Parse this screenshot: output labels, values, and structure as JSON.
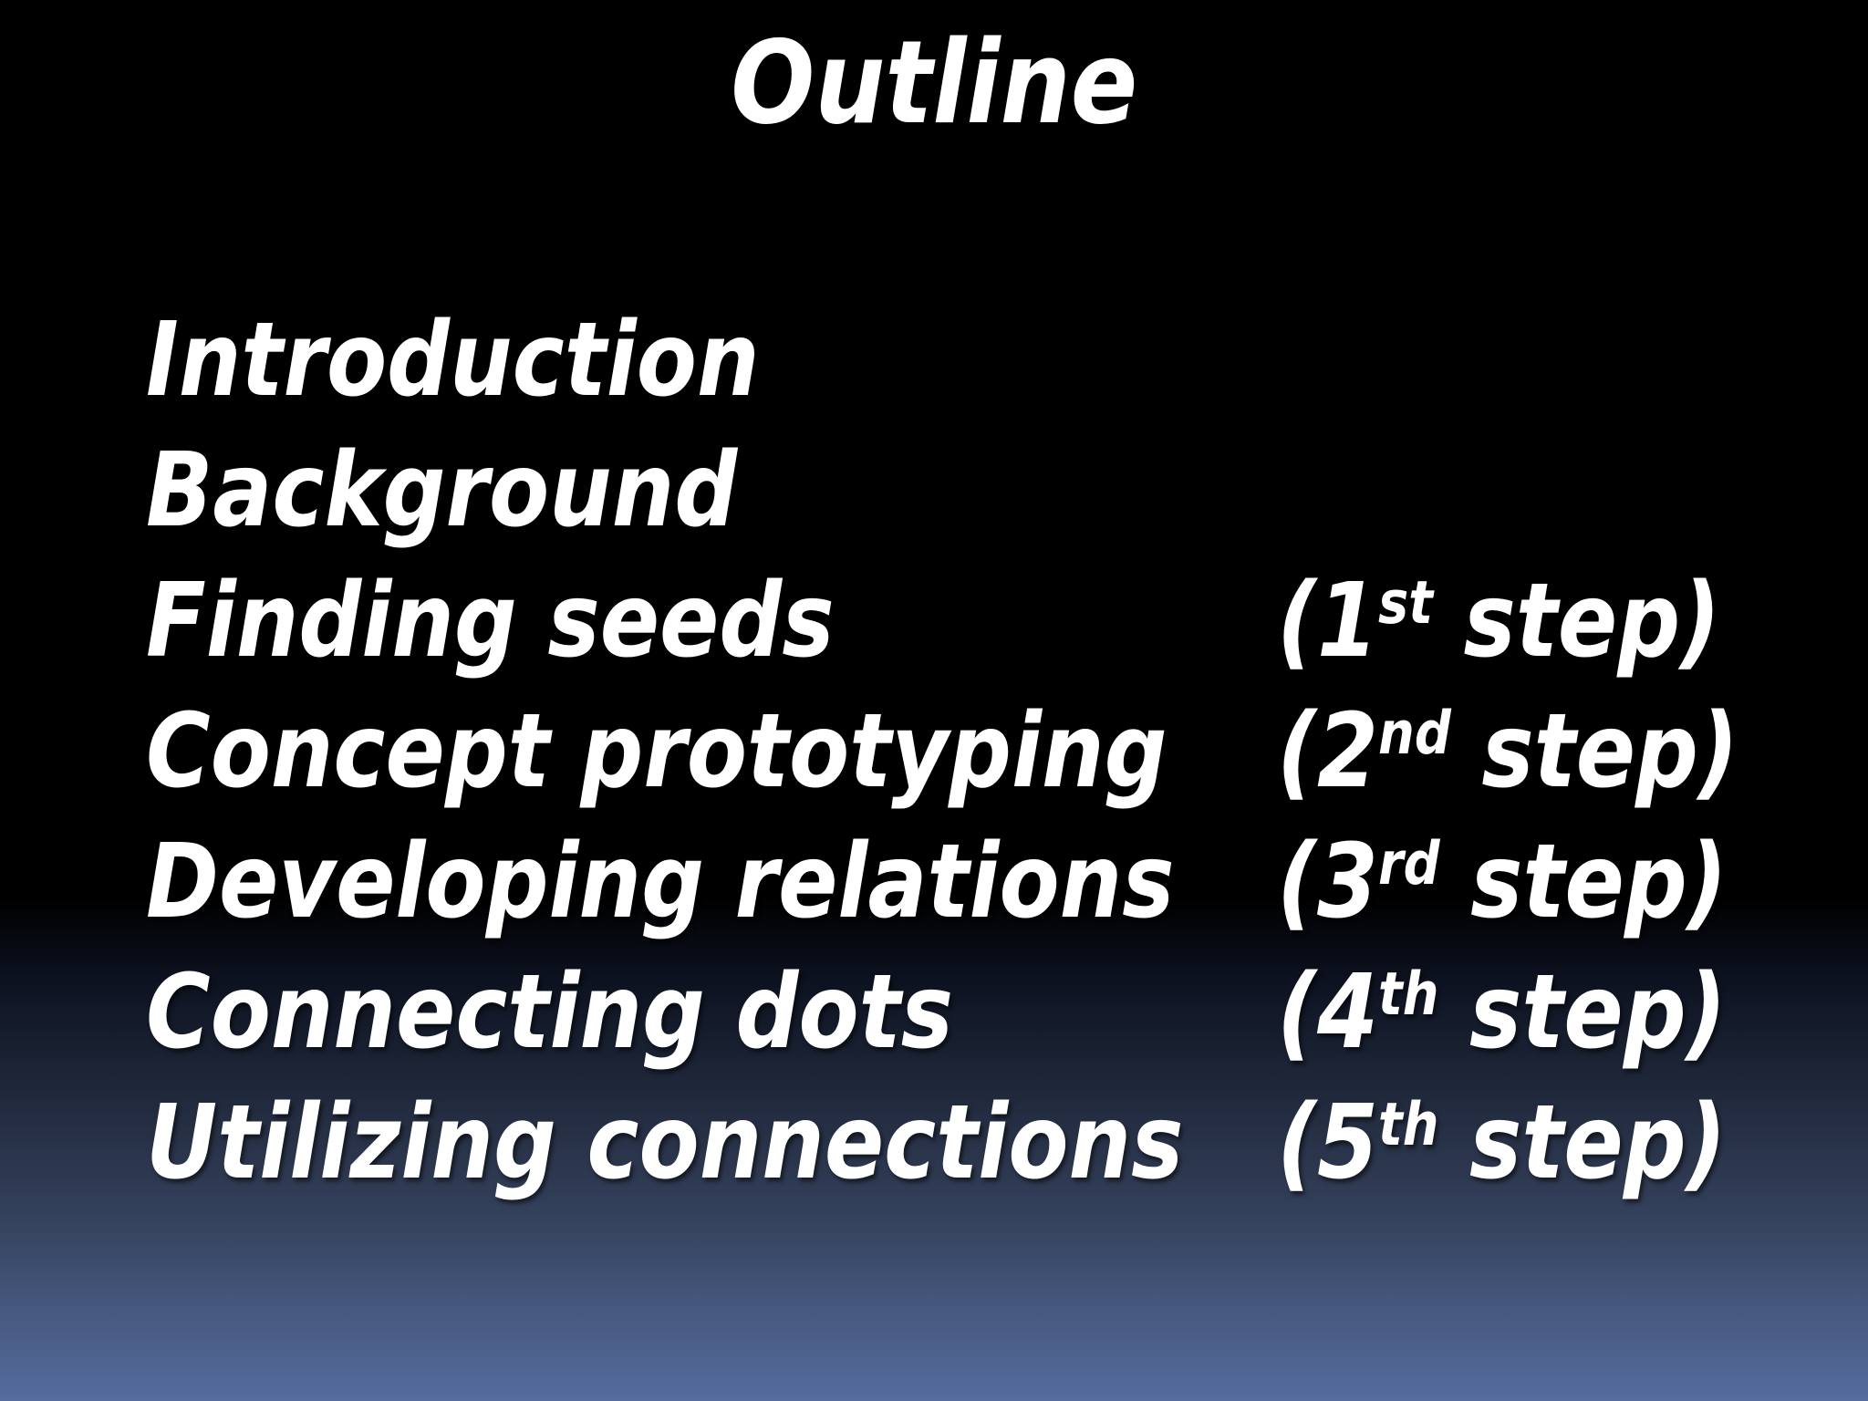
{
  "slide": {
    "title": "Outline",
    "items": [
      {
        "label": "Introduction"
      },
      {
        "label": "Background"
      },
      {
        "label": "Finding seeds",
        "step": {
          "pre": "(1",
          "sup": "st",
          "post": " step)"
        }
      },
      {
        "label": "Concept prototyping",
        "step": {
          "pre": "(2",
          "sup": "nd",
          "post": " step)"
        }
      },
      {
        "label": "Developing relations",
        "step": {
          "pre": "(3",
          "sup": "rd",
          "post": " step)"
        }
      },
      {
        "label": "Connecting dots",
        "step": {
          "pre": "(4",
          "sup": "th",
          "post": " step)"
        }
      },
      {
        "label": "Utilizing connections",
        "step": {
          "pre": "(5",
          "sup": "th",
          "post": " step)"
        }
      }
    ],
    "colors": {
      "text": "#ffffff",
      "background_top": "#000000",
      "background_bottom": "#556c9e"
    }
  }
}
